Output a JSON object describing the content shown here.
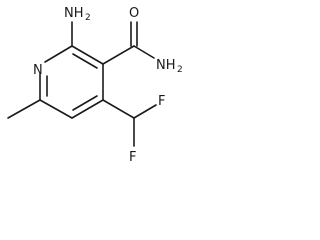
{
  "structure": {
    "atoms": {
      "ring_n": "N",
      "amine_n": "NH",
      "amine_sub": "2",
      "carbonyl_o": "O",
      "amide_n": "NH",
      "amide_sub": "2",
      "fluorine_1": "F",
      "fluorine_2": "F"
    }
  }
}
